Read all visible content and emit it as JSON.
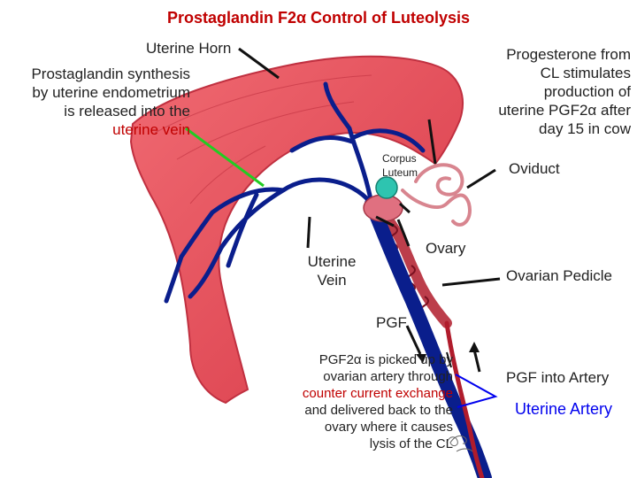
{
  "title": "Prostaglandin F2α Control of Luteolysis",
  "labels": {
    "uterine_horn": "Uterine Horn",
    "synthesis_1": "Prostaglandin synthesis",
    "synthesis_2": "by uterine endometrium",
    "synthesis_3": "is released into the",
    "synthesis_4": "uterine vein",
    "progesterone_1": "Progesterone from",
    "progesterone_2": "CL stimulates",
    "progesterone_3": "production of",
    "progesterone_4": "uterine PGF2α after",
    "progesterone_5": "day 15 in cow",
    "corpus_1": "Corpus",
    "corpus_2": "Luteum",
    "oviduct": "Oviduct",
    "ovary": "Ovary",
    "uterine_vein_1": "Uterine",
    "uterine_vein_2": "Vein",
    "ovarian_pedicle": "Ovarian Pedicle",
    "pgf": "PGF",
    "pickup_1": "PGF2α is picked up by",
    "pickup_2": "ovarian artery through",
    "pickup_3": "counter current exchange",
    "pickup_4": "and delivered back to the",
    "pickup_5": "ovary where it causes",
    "pickup_6": "lysis of the CL",
    "pgf_artery": "PGF into Artery",
    "uterine_artery": "Uterine Artery"
  },
  "colors": {
    "title": "#c00000",
    "uterus": "#e8505a",
    "uterus_edge": "#c03040",
    "vein": "#0a1e8c",
    "artery": "#b01c2c",
    "corpus_luteum": "#2ec4b0",
    "ovary": "#e07080",
    "green_line": "#22cc22",
    "label_line": "#111111"
  }
}
